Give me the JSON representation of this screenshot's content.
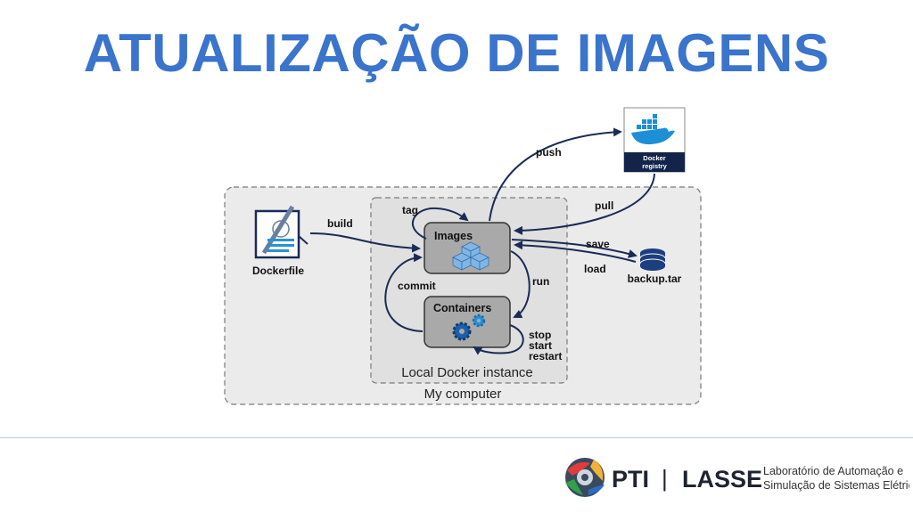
{
  "title": "ATUALIZAÇÃO DE IMAGENS",
  "colors": {
    "title": "#3a74cc",
    "arrow": "#1a2b55",
    "outer_box": "#ebebeb",
    "inner_box": "#e0e0e0",
    "node_fill": "#a9a9a9",
    "registry_bar": "#13234a",
    "docker_blue": "#1d8fd6",
    "footer_line": "#b9cfe6"
  },
  "diagram": {
    "outer_label": "My computer",
    "inner_label": "Local Docker instance",
    "dockerfile_label": "Dockerfile",
    "images_label": "Images",
    "containers_label": "Containers",
    "registry_label_line1": "Docker",
    "registry_label_line2": "registry",
    "backup_label": "backup.tar",
    "edges": {
      "build": "build",
      "tag": "tag",
      "commit": "commit",
      "run": "run",
      "push": "push",
      "pull": "pull",
      "save": "save",
      "load": "load",
      "stop": "stop",
      "start": "start",
      "restart": "restart"
    }
  },
  "footer": {
    "pti": "PTI",
    "separator": "|",
    "lasse": "LASSE",
    "lasse_line1": "Laboratório de Automação e",
    "lasse_line2": "Simulação de Sistemas Elétricos"
  }
}
